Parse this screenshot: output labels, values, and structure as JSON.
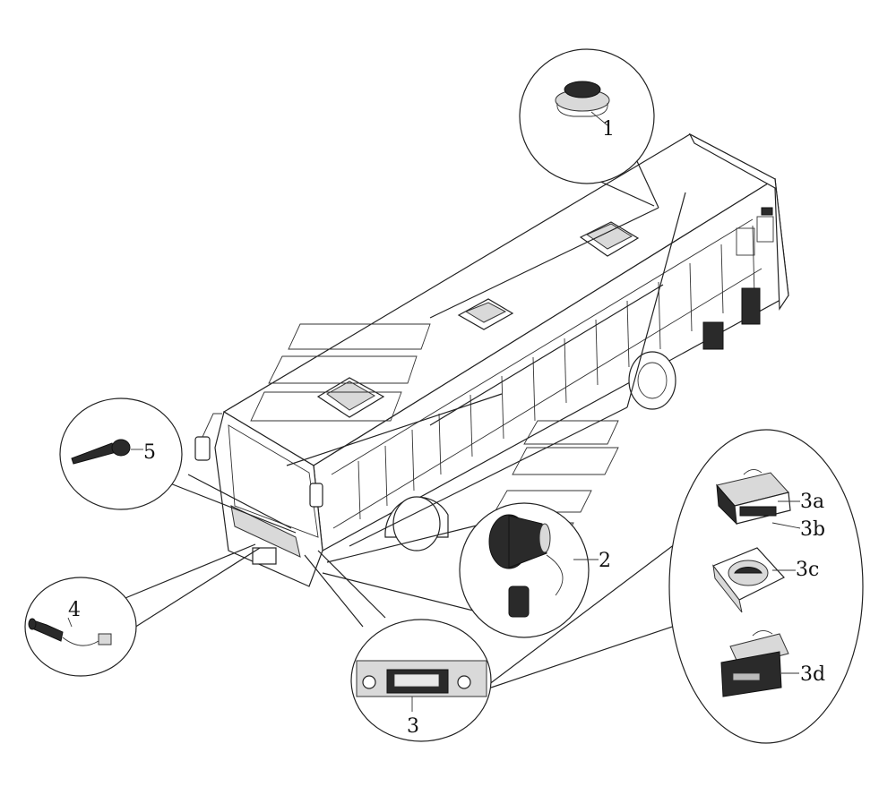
{
  "callouts": {
    "c1": "1",
    "c2": "2",
    "c3": "3",
    "c3a": "3a",
    "c3b": "3b",
    "c3c": "3c",
    "c3d": "3d",
    "c4": "4",
    "c5": "5"
  },
  "components": [
    {
      "id": "1",
      "icon": "roof-speaker-icon"
    },
    {
      "id": "2",
      "icon": "horn-loudspeaker-icon"
    },
    {
      "id": "3",
      "icon": "control-panel-icon"
    },
    {
      "id": "3a",
      "icon": "radio-unit-icon"
    },
    {
      "id": "3b",
      "icon": "radio-unit-icon"
    },
    {
      "id": "3c",
      "icon": "cd-player-icon"
    },
    {
      "id": "3d",
      "icon": "cassette-player-icon"
    },
    {
      "id": "4",
      "icon": "connector-cable-icon"
    },
    {
      "id": "5",
      "icon": "microphone-icon"
    }
  ]
}
